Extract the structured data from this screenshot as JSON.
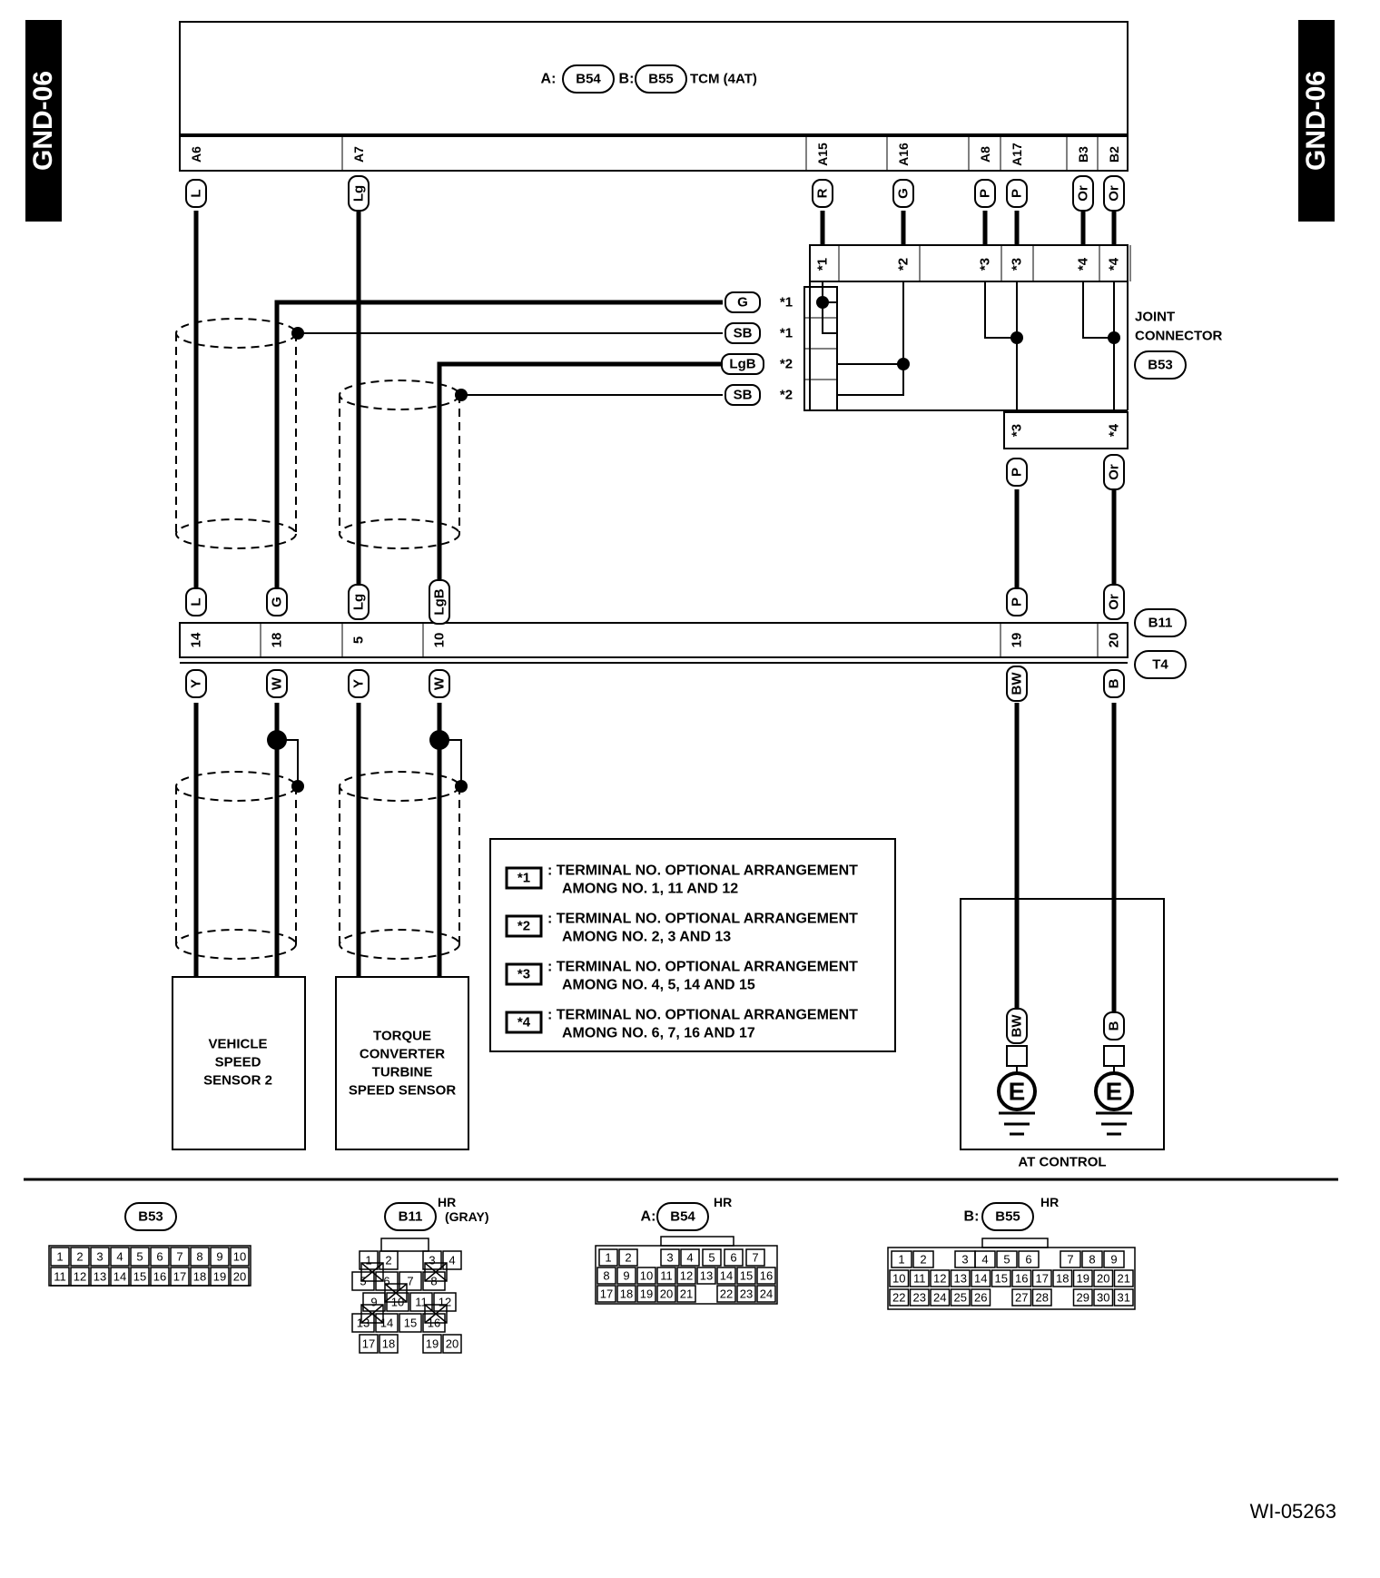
{
  "page_tab": "GND-06",
  "diagram_id": "WI-05263",
  "tcm": {
    "connector_a_prefix": "A:",
    "connector_a": "B54",
    "connector_b_prefix": "B:",
    "connector_b": "B55",
    "name": "TCM (4AT)",
    "pins": [
      {
        "pin": "A6",
        "wire": "L"
      },
      {
        "pin": "A7",
        "wire": "Lg"
      },
      {
        "pin": "A15",
        "wire": "R"
      },
      {
        "pin": "A16",
        "wire": "G"
      },
      {
        "pin": "A8",
        "wire": "P"
      },
      {
        "pin": "A17",
        "wire": "P"
      },
      {
        "pin": "B3",
        "wire": "Or"
      },
      {
        "pin": "B2",
        "wire": "Or"
      }
    ]
  },
  "joint_connector": {
    "label_line1": "JOINT",
    "label_line2": "CONNECTOR",
    "id": "B53",
    "top_terminals": [
      "*1",
      "*2",
      "*3",
      "*3",
      "*4",
      "*4"
    ],
    "left_terminals": [
      {
        "wire": "G",
        "terminal": "*1"
      },
      {
        "wire": "SB",
        "terminal": "*1"
      },
      {
        "wire": "LgB",
        "terminal": "*2"
      },
      {
        "wire": "SB",
        "terminal": "*2"
      }
    ],
    "bottom_terminals": [
      "*3",
      "*4"
    ],
    "bottom_wires": [
      "P",
      "Or"
    ]
  },
  "connector_b11_t4": {
    "top_id": "B11",
    "bottom_id": "T4",
    "upper_wires": [
      "L",
      "G",
      "Lg",
      "LgB",
      "P",
      "Or"
    ],
    "pins": [
      "14",
      "18",
      "5",
      "10",
      "19",
      "20"
    ],
    "lower_wires": [
      "Y",
      "W",
      "Y",
      "W",
      "BW",
      "B"
    ]
  },
  "components": {
    "vss": [
      "VEHICLE",
      "SPEED",
      "SENSOR 2"
    ],
    "torque": [
      "TORQUE",
      "CONVERTER",
      "TURBINE",
      "SPEED SENSOR"
    ],
    "at_control": "AT CONTROL",
    "ground_wires": [
      "BW",
      "B"
    ],
    "ground_symbol": "E"
  },
  "legend": [
    {
      "key": "*1",
      "line1": ": TERMINAL NO. OPTIONAL ARRANGEMENT",
      "line2": "AMONG NO. 1, 11 AND 12"
    },
    {
      "key": "*2",
      "line1": ": TERMINAL NO. OPTIONAL ARRANGEMENT",
      "line2": "AMONG NO. 2, 3 AND 13"
    },
    {
      "key": "*3",
      "line1": ": TERMINAL NO. OPTIONAL ARRANGEMENT",
      "line2": "AMONG NO. 4, 5, 14 AND 15"
    },
    {
      "key": "*4",
      "line1": ": TERMINAL NO. OPTIONAL ARRANGEMENT",
      "line2": "AMONG NO. 6, 7, 16 AND 17"
    }
  ],
  "connector_views": {
    "b53": {
      "id": "B53",
      "row1": [
        "1",
        "2",
        "3",
        "4",
        "5",
        "6",
        "7",
        "8",
        "9",
        "10"
      ],
      "row2": [
        "11",
        "12",
        "13",
        "14",
        "15",
        "16",
        "17",
        "18",
        "19",
        "20"
      ]
    },
    "b11": {
      "id": "B11",
      "sup": "HR",
      "sub": "(GRAY)",
      "row1": [
        "1",
        "2",
        "3",
        "4"
      ],
      "row2": [
        "5",
        "6",
        "7",
        "8"
      ],
      "row3": [
        "9",
        "10",
        "11",
        "12"
      ],
      "row4": [
        "13",
        "14",
        "15",
        "16"
      ],
      "row5": [
        "17",
        "18",
        "19",
        "20"
      ]
    },
    "b54": {
      "prefix": "A:",
      "id": "B54",
      "sup": "HR",
      "row1": [
        "1",
        "2",
        "3",
        "4",
        "5",
        "6",
        "7"
      ],
      "row2": [
        "8",
        "9",
        "10",
        "11",
        "12",
        "13",
        "14",
        "15",
        "16"
      ],
      "row3": [
        "17",
        "18",
        "19",
        "20",
        "21",
        "22",
        "23",
        "24"
      ]
    },
    "b55": {
      "prefix": "B:",
      "id": "B55",
      "sup": "HR",
      "row1": [
        "1",
        "2",
        "3",
        "4",
        "5",
        "6",
        "7",
        "8",
        "9"
      ],
      "row2": [
        "10",
        "11",
        "12",
        "13",
        "14",
        "15",
        "16",
        "17",
        "18",
        "19",
        "20",
        "21"
      ],
      "row3": [
        "22",
        "23",
        "24",
        "25",
        "26",
        "27",
        "28",
        "29",
        "30",
        "31"
      ]
    }
  }
}
